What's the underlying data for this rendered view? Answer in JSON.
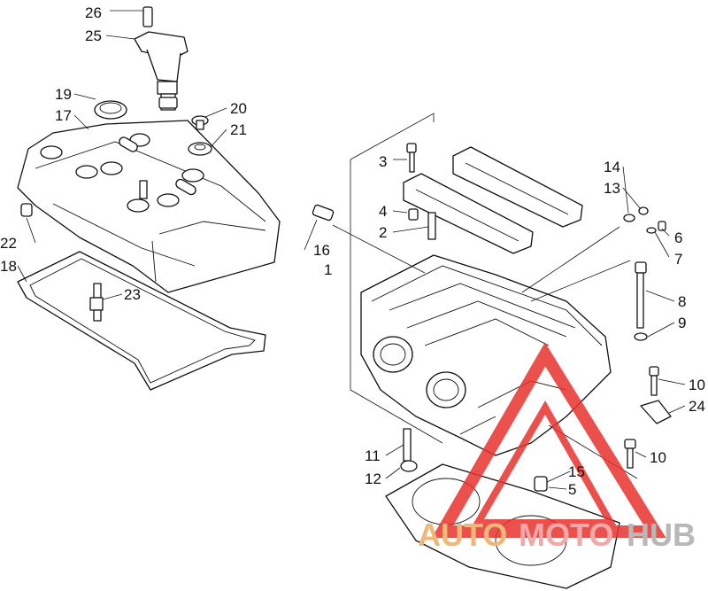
{
  "diagram": {
    "callouts": [
      {
        "id": "26",
        "label": "26"
      },
      {
        "id": "25",
        "label": "25"
      },
      {
        "id": "19",
        "label": "19"
      },
      {
        "id": "17",
        "label": "17"
      },
      {
        "id": "20",
        "label": "20"
      },
      {
        "id": "21",
        "label": "21"
      },
      {
        "id": "22",
        "label": "22"
      },
      {
        "id": "18",
        "label": "18"
      },
      {
        "id": "23",
        "label": "23"
      },
      {
        "id": "16",
        "label": "16"
      },
      {
        "id": "1",
        "label": "1"
      },
      {
        "id": "3",
        "label": "3"
      },
      {
        "id": "4",
        "label": "4"
      },
      {
        "id": "2",
        "label": "2"
      },
      {
        "id": "14",
        "label": "14"
      },
      {
        "id": "13",
        "label": "13"
      },
      {
        "id": "6",
        "label": "6"
      },
      {
        "id": "7",
        "label": "7"
      },
      {
        "id": "8",
        "label": "8"
      },
      {
        "id": "9",
        "label": "9"
      },
      {
        "id": "10a",
        "label": "10"
      },
      {
        "id": "24",
        "label": "24"
      },
      {
        "id": "10b",
        "label": "10"
      },
      {
        "id": "11",
        "label": "11"
      },
      {
        "id": "12",
        "label": "12"
      },
      {
        "id": "15",
        "label": "15"
      },
      {
        "id": "5",
        "label": "5"
      }
    ]
  },
  "watermark": {
    "word_1": "AUTO",
    "word_2": "MOTO",
    "word_3": "HUB",
    "color_auto": "#f0b878",
    "color_moto": "#f0a8a8",
    "color_hub": "#b8b8b8",
    "color_triangle": "#e8322e"
  }
}
